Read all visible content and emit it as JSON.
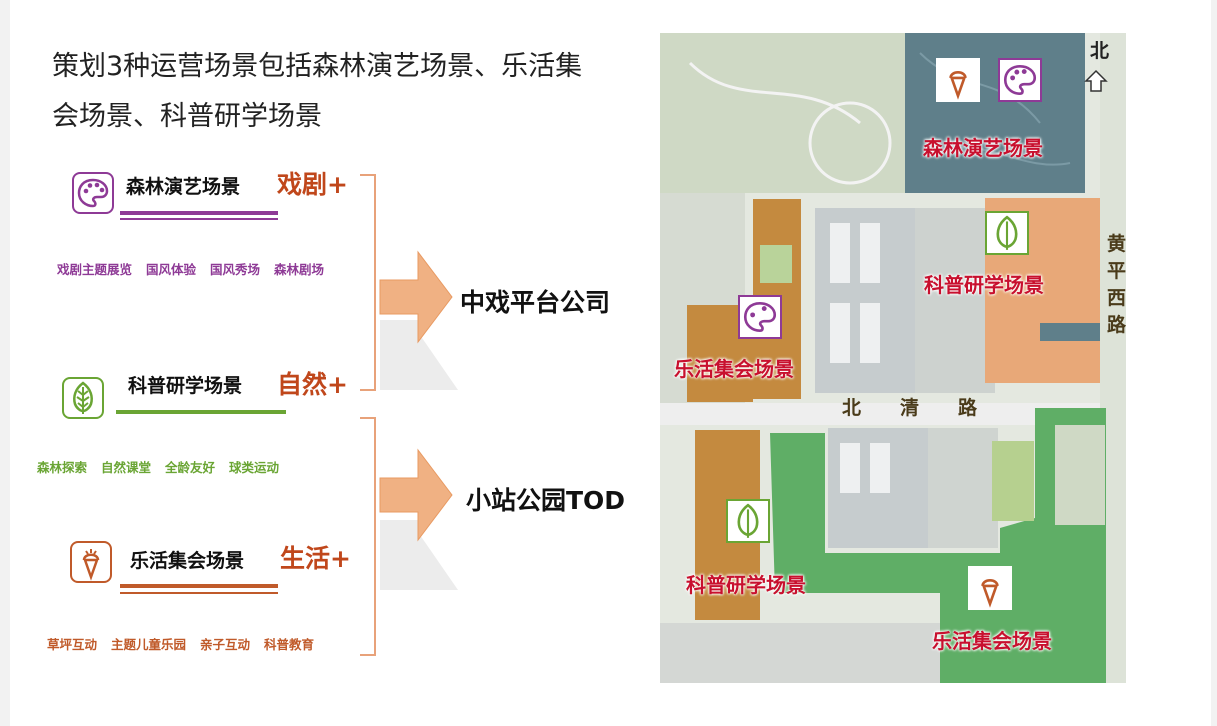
{
  "title_line1": "策划3种运营场景包括森林演艺场景、乐活集",
  "title_line2": "会场景、科普研学场景",
  "scenes": [
    {
      "title": "森林演艺场景",
      "tag": "戏剧+",
      "items": [
        "戏剧主题展览",
        "国风体验",
        "国风秀场",
        "森林剧场"
      ],
      "color": "#8e3a96",
      "tag_color": "#c0471b",
      "icon": "palette-icon"
    },
    {
      "title": "科普研学场景",
      "tag": "自然+",
      "items": [
        "森林探索",
        "自然课堂",
        "全龄友好",
        "球类运动"
      ],
      "color": "#6aa534",
      "tag_color": "#c0471b",
      "icon": "leaf-icon"
    },
    {
      "title": "乐活集会场景",
      "tag": "生活+",
      "items": [
        "草坪互动",
        "主题儿童乐园",
        "亲子互动",
        "科普教育"
      ],
      "color": "#c05a2a",
      "tag_color": "#c0471b",
      "icon": "ice-cream-icon"
    }
  ],
  "targets": [
    "中戏平台公司",
    "小站公园TOD"
  ],
  "map": {
    "north": "北",
    "road_east": [
      "黄",
      "平",
      "西",
      "路"
    ],
    "road_mid": [
      "北",
      "清",
      "路"
    ],
    "labels": [
      "森林演艺场景",
      "科普研学场景",
      "乐活集会场景",
      "科普研学场景",
      "乐活集会场景"
    ]
  },
  "colors": {
    "arrow": "#f0b183",
    "bracket": "#e8a27a",
    "label_red": "#c8102e"
  }
}
